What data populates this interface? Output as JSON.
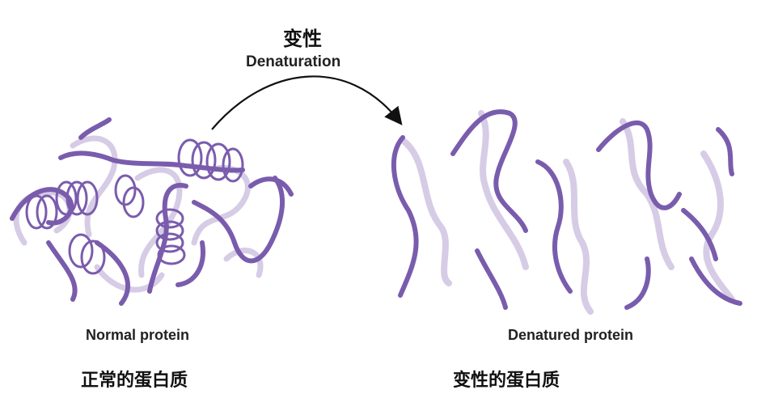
{
  "title": {
    "zh": "变性",
    "en": "Denaturation"
  },
  "normal": {
    "en": "Normal protein",
    "zh": "正常的蛋白质"
  },
  "denatured": {
    "en": "Denatured protein",
    "zh": "变性的蛋白质"
  },
  "colors": {
    "ribbon": "#7a5cad",
    "ribbon_light": "#d6cce6",
    "arrow": "#111111"
  }
}
